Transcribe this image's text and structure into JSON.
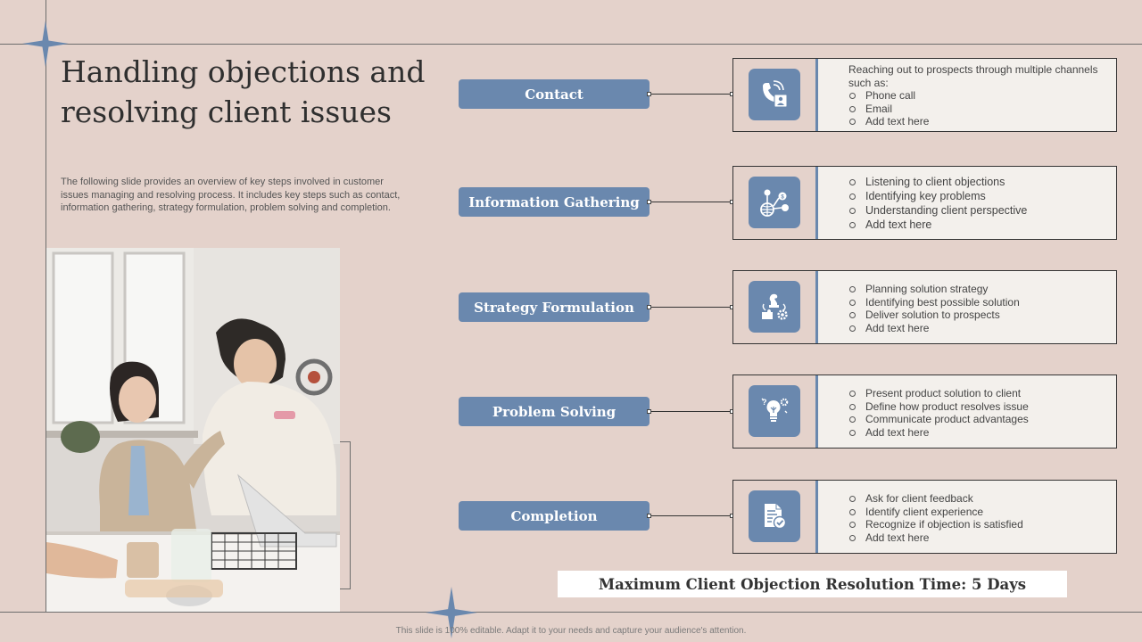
{
  "slide": {
    "title": "Handling objections and resolving client issues",
    "description": "The following slide provides an overview of key steps involved in customer issues managing and resolving process. It includes key steps such as  contact, information gathering, strategy formulation, problem solving and completion.",
    "summary": "Maximum Client Objection Resolution Time: 5 Days",
    "footer": "This slide is 100% editable. Adapt it to your needs and capture your audience's attention."
  },
  "steps": [
    {
      "label": "Contact",
      "icon": "phone-contact-icon",
      "intro": "Reaching out to prospects through multiple channels such as:",
      "bullets": [
        "Phone call",
        "Email",
        "Add text here"
      ]
    },
    {
      "label": "Information Gathering",
      "icon": "information-network-icon",
      "intro": "",
      "bullets": [
        "Listening to client objections",
        "Identifying  key problems",
        "Understanding  client perspective",
        "Add text here"
      ]
    },
    {
      "label": "Strategy Formulation",
      "icon": "strategy-chess-icon",
      "intro": "",
      "bullets": [
        "Planning solution strategy",
        "Identifying best possible solution",
        "Deliver solution to prospects",
        "Add text here"
      ]
    },
    {
      "label": "Problem Solving",
      "icon": "idea-bulb-icon",
      "intro": "",
      "bullets": [
        "Present product solution to client",
        "Define how product resolves issue",
        "Communicate product advantages",
        "Add text here"
      ]
    },
    {
      "label": "Completion",
      "icon": "document-check-icon",
      "intro": "",
      "bullets": [
        "Ask for client feedback",
        "Identify client experience",
        "Recognize if objection is satisfied",
        "Add text here"
      ]
    }
  ],
  "colors": {
    "background": "#e4d2cb",
    "accent": "#6a88ae",
    "card": "#f3f0ec"
  }
}
